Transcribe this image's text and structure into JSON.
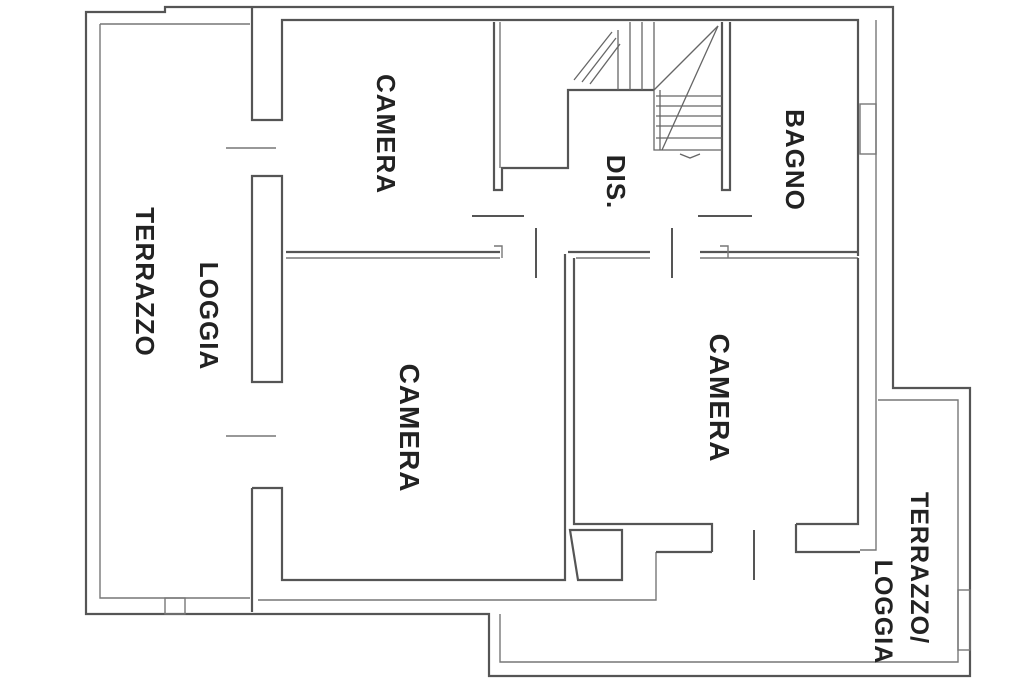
{
  "rooms": {
    "camera_top": "CAMERA",
    "camera_left": "CAMERA",
    "camera_right": "CAMERA",
    "bagno": "BAGNO",
    "dis": "DIS.",
    "loggia": "LOGGIA",
    "terrazzo": "TERRAZZO",
    "terrazzo_loggia_line1": "TERRAZZO/",
    "terrazzo_loggia_line2": "LOGGIA"
  }
}
